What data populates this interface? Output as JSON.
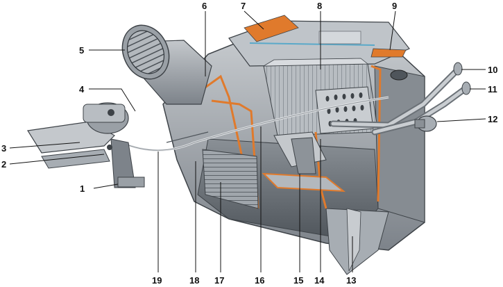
{
  "figure": {
    "callouts": [
      "1",
      "2",
      "3",
      "4",
      "5",
      "6",
      "7",
      "8",
      "9",
      "10",
      "11",
      "12",
      "13",
      "14",
      "15",
      "16",
      "17",
      "18",
      "19"
    ]
  },
  "colors": {
    "housing": "#9aa0a6",
    "housing_dark": "#6b7177",
    "housing_light": "#c9cdd1",
    "seal": "#e07a2c",
    "seal_blue": "#5aa9c9",
    "core": "#b9bec3",
    "outline": "#3d4247"
  },
  "icons": {
    "fan_grille": "air-intake-grille-icon",
    "motor_drive": "damper-drive-motor-icon"
  }
}
